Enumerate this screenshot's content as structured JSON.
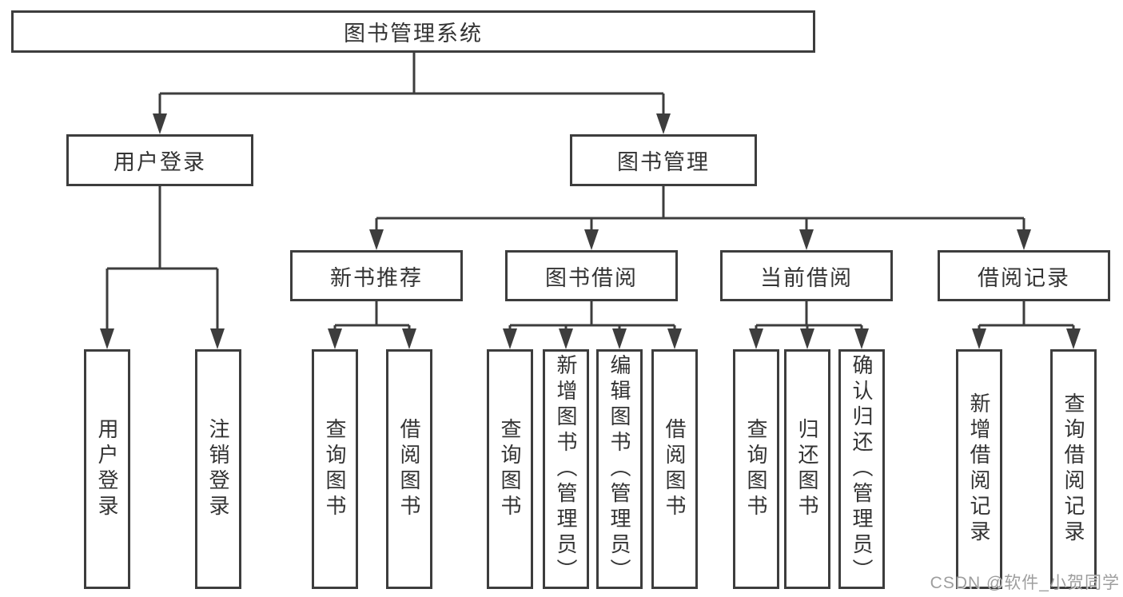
{
  "diagram": {
    "root": {
      "label": "图书管理系统"
    },
    "branches": [
      {
        "label": "用户登录",
        "leaves": [
          {
            "label": "用户登录"
          },
          {
            "label": "注销登录"
          }
        ]
      },
      {
        "label": "图书管理",
        "groups": [
          {
            "label": "新书推荐",
            "leaves": [
              {
                "label": "查询图书"
              },
              {
                "label": "借阅图书"
              }
            ]
          },
          {
            "label": "图书借阅",
            "leaves": [
              {
                "label": "查询图书"
              },
              {
                "label": "新增图书（管理员）"
              },
              {
                "label": "编辑图书（管理员）"
              },
              {
                "label": "借阅图书"
              }
            ]
          },
          {
            "label": "当前借阅",
            "leaves": [
              {
                "label": "查询图书"
              },
              {
                "label": "归还图书"
              },
              {
                "label": "确认归还（管理员）"
              }
            ]
          },
          {
            "label": "借阅记录",
            "leaves": [
              {
                "label": "新增借阅记录"
              },
              {
                "label": "查询借阅记录"
              }
            ]
          }
        ]
      }
    ],
    "watermark": "CSDN @软件_小贺同学",
    "colors": {
      "line": "#3d3d3d",
      "text": "#333333",
      "watermark": "#949494"
    }
  }
}
